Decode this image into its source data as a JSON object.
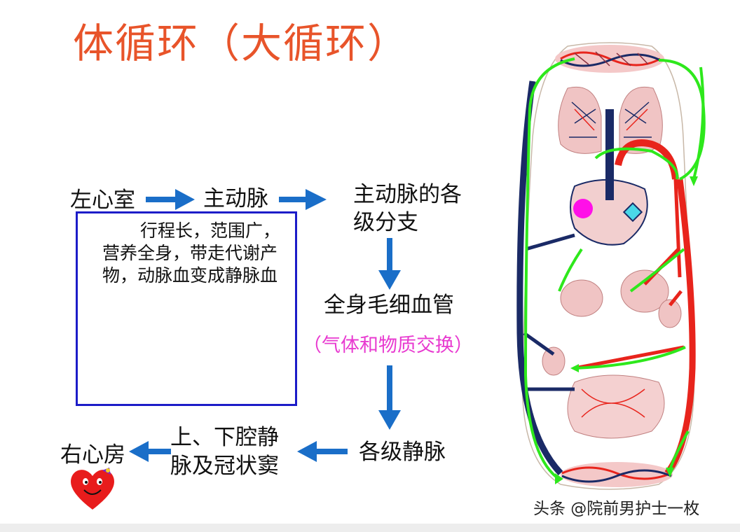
{
  "title": "体循环（大循环）",
  "nodes": {
    "left_ventricle": "左心室",
    "aorta": "主动脉",
    "aorta_branches_line1": "主动脉的各",
    "aorta_branches_line2": "级分支",
    "capillaries": "全身毛细血管",
    "exchange": "（气体和物质交换）",
    "veins": "各级静脉",
    "vena_cava_line1": "上、下腔静",
    "vena_cava_line2": "脉及冠状窦",
    "right_atrium": "右心房"
  },
  "note": "行程长，范围广，营养全身，带走代谢产物，动脉血变成静脉血",
  "watermark": "头条 @院前男护士一枚",
  "colors": {
    "title": "#e8542a",
    "arrow": "#1a6ec8",
    "box_border": "#1c1cc8",
    "exchange": "#e83ad0",
    "artery": "#e8241c",
    "vein": "#1a2a66",
    "flow": "#2ee81c",
    "heart_icon": "#e81c1c"
  }
}
